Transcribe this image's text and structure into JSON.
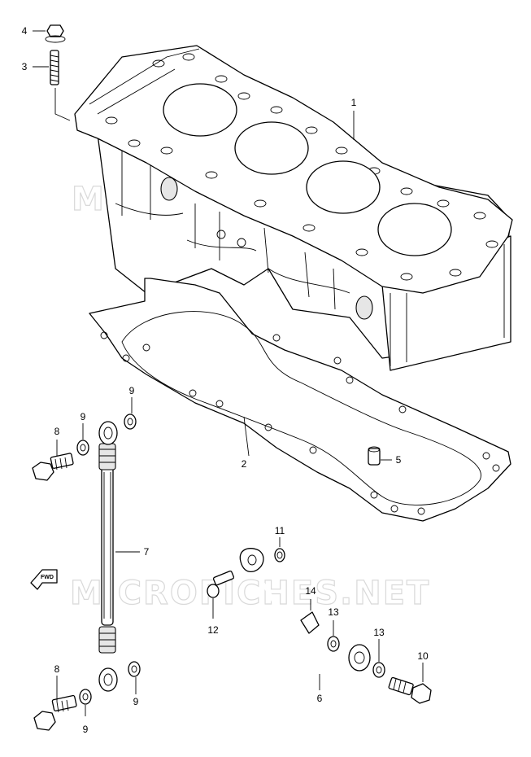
{
  "watermark": "MICROFICHES.NET",
  "fwd_label": "FWD",
  "callouts": [
    {
      "id": "c1",
      "label": "1"
    },
    {
      "id": "c2",
      "label": "2"
    },
    {
      "id": "c3",
      "label": "3"
    },
    {
      "id": "c4",
      "label": "4"
    },
    {
      "id": "c5",
      "label": "5"
    },
    {
      "id": "c6",
      "label": "6"
    },
    {
      "id": "c7",
      "label": "7"
    },
    {
      "id": "c8a",
      "label": "8"
    },
    {
      "id": "c8b",
      "label": "8"
    },
    {
      "id": "c9a",
      "label": "9"
    },
    {
      "id": "c9b",
      "label": "9"
    },
    {
      "id": "c9c",
      "label": "9"
    },
    {
      "id": "c9d",
      "label": "9"
    },
    {
      "id": "c10",
      "label": "10"
    },
    {
      "id": "c11",
      "label": "11"
    },
    {
      "id": "c12",
      "label": "12"
    },
    {
      "id": "c13a",
      "label": "13"
    },
    {
      "id": "c13b",
      "label": "13"
    },
    {
      "id": "c14",
      "label": "14"
    }
  ]
}
